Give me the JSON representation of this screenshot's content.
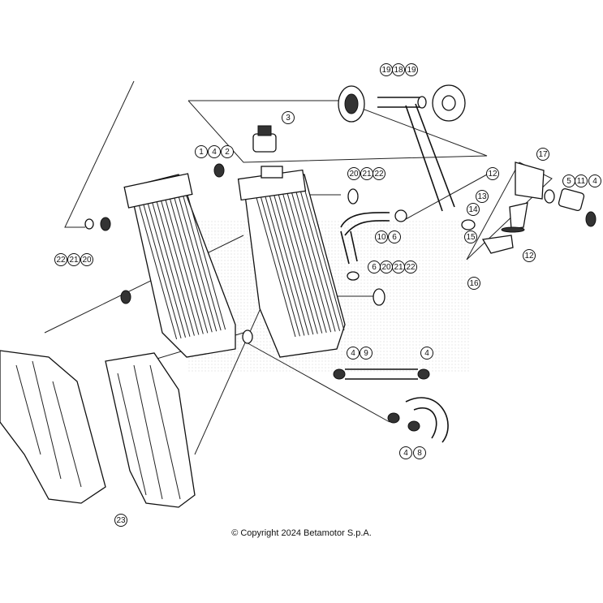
{
  "diagram": {
    "callouts": [
      "19",
      "18",
      "19",
      "3",
      "17",
      "1",
      "4",
      "2",
      "20",
      "21",
      "22",
      "12",
      "5",
      "11",
      "4",
      "13",
      "14",
      "15",
      "10",
      "6",
      "12",
      "22",
      "21",
      "20",
      "6",
      "20",
      "21",
      "22",
      "16",
      "4",
      "9",
      "4",
      "4",
      "8",
      "23"
    ],
    "copyright": "© Copyright 2024 Betamotor S.p.A.",
    "colors": {
      "line": "#111111",
      "background": "#ffffff"
    }
  }
}
